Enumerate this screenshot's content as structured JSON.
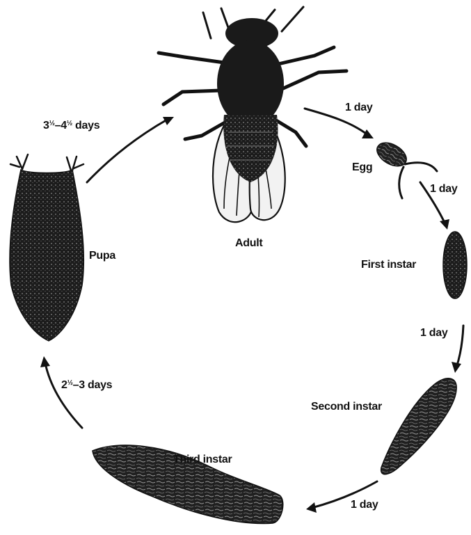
{
  "stages": {
    "adult": "Adult",
    "egg": "Egg",
    "first_instar": "First instar",
    "second_instar": "Second instar",
    "third_instar": "Third instar",
    "pupa": "Pupa"
  },
  "durations": {
    "adult_to_egg": "1 day",
    "egg_to_first": "1 day",
    "first_to_second": "1 day",
    "second_to_third": "1 day",
    "third_to_pupa": {
      "whole": "2",
      "fraction": "½",
      "rest": "–3 days"
    },
    "pupa_to_adult": {
      "whole_a": "3",
      "fraction_a": "½",
      "mid": "–4",
      "fraction_b": "½",
      "rest": " days"
    }
  },
  "icons": [
    "adult-fly-icon",
    "egg-icon",
    "first-instar-larva-icon",
    "second-instar-larva-icon",
    "third-instar-larva-icon",
    "pupa-icon"
  ]
}
